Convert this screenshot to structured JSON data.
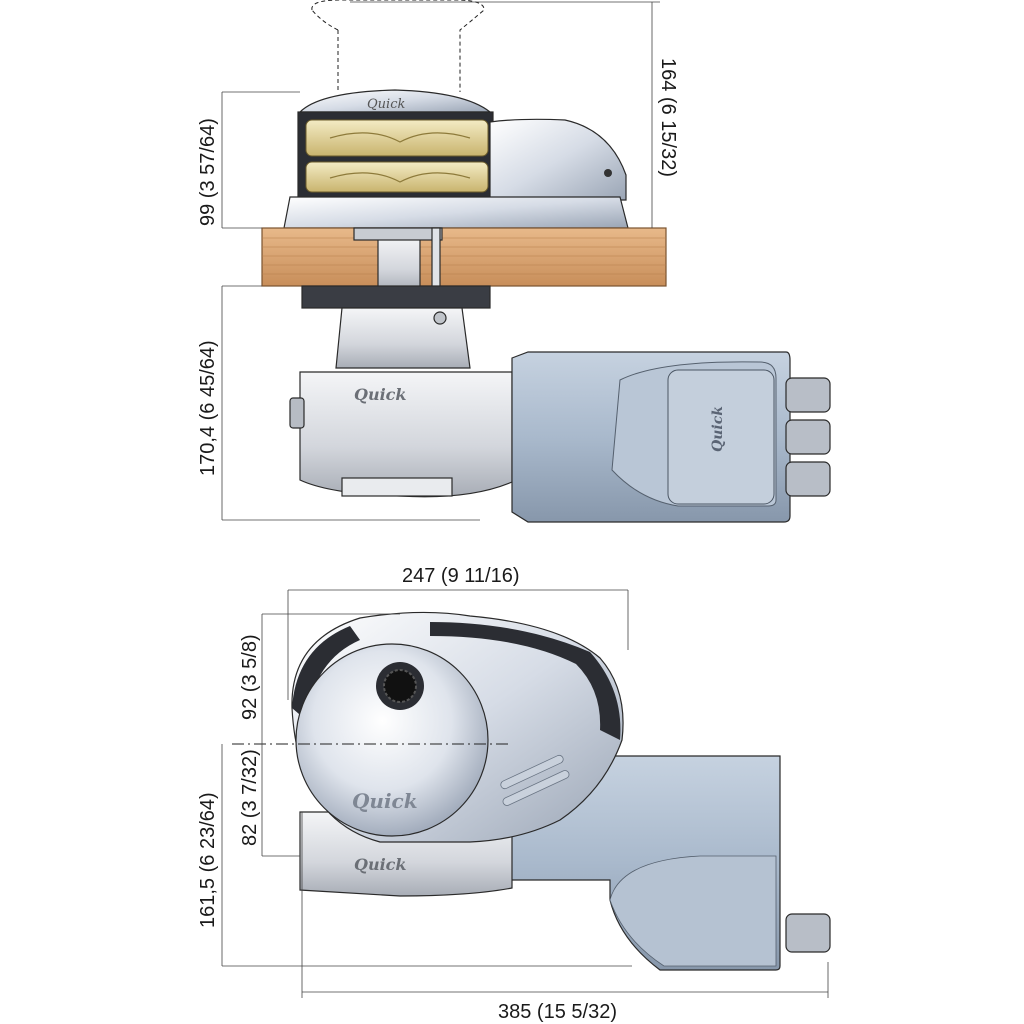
{
  "dimensions": {
    "top_clearance": "164 (6 15/32)",
    "deck_height": "99 (3 57/64)",
    "below_deck": "170,4 (6 45/64)",
    "width_top": "247 (9 11/16)",
    "front_radius": "92 (3 5/8)",
    "rear_depth": "82 (3 7/32)",
    "total_depth": "161,5 (6 23/64)",
    "total_length": "385 (15 5/32)"
  },
  "brand": "Quick",
  "colors": {
    "deck_wood": "#d9a877",
    "motor_blue": "#a9b9cc",
    "chrome": "#e8ecf2",
    "gypsy_gold": "#e8dca8",
    "dark": "#2b2d33"
  }
}
